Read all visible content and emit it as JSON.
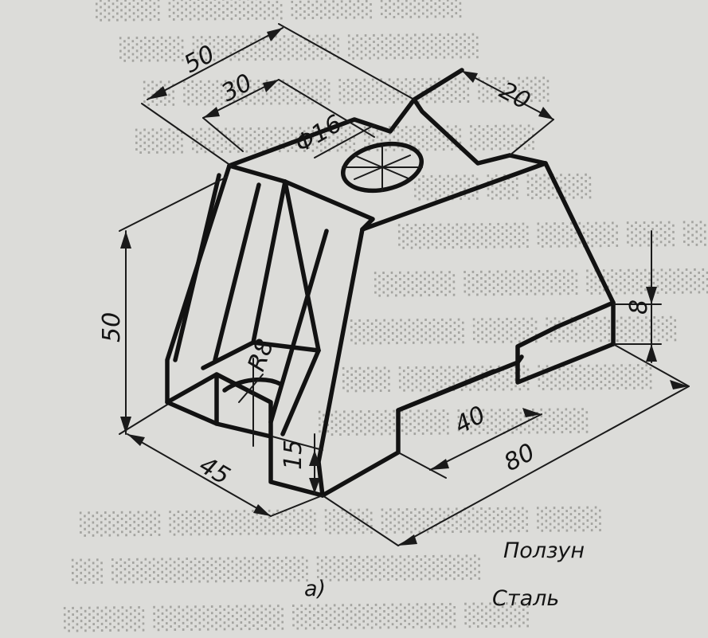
{
  "dimensions": {
    "overall_width_top": "50",
    "top_inner": "30",
    "hole_diameter": "Φ16",
    "top_step": "20",
    "height": "50",
    "lower_step_height": "8",
    "radius": "R8",
    "front_width": "45",
    "slot_height": "15",
    "cut_length": "40",
    "overall_length": "80"
  },
  "captions": {
    "figure_label": "a)",
    "part_name": "Ползун",
    "material": "Сталь"
  },
  "colors": {
    "line": "#121212",
    "paper": "#dcdcd9"
  }
}
